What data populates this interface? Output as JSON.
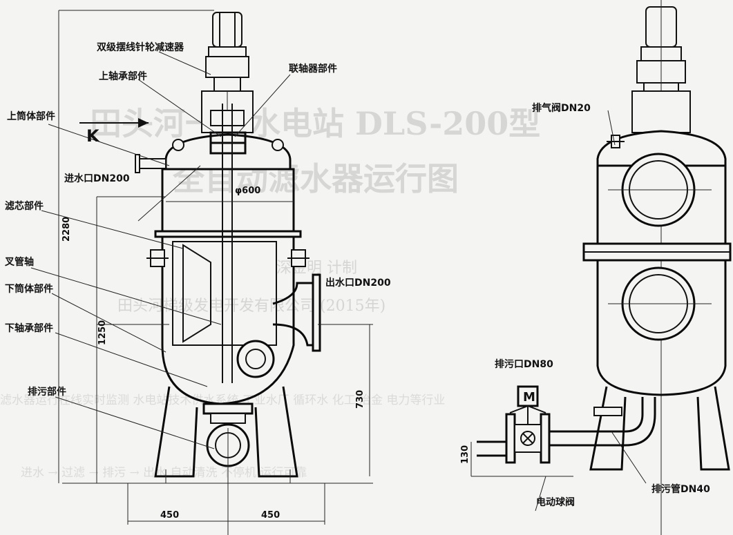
{
  "ghost_watermark": {
    "title_line1": "田头河一级水电站 DLS-200型",
    "title_line2": "全自动滤水器运行图",
    "line3": "深金明 计制",
    "line4": "田头河梯级发电开发有限公司 (2015年)",
    "line5": "滤水器运行在线实时监测 水电站技术供水系统 工业水厂 循环水 化工 冶金 电力等行业",
    "line6": "进水 → 过滤 → 排污 → 出水 自动清洗 不停机 运行可靠"
  },
  "labels": {
    "reducer": "双级摆线针轮减速器",
    "upper_bearing": "上轴承部件",
    "coupling": "联轴器部件",
    "upper_shell": "上筒体部件",
    "view_k": "K",
    "inlet": "进水口DN200",
    "filter_core": "滤芯部件",
    "fork_shaft": "叉管轴",
    "lower_shell": "下筒体部件",
    "lower_bearing": "下轴承部件",
    "drain_part": "排污部件",
    "outlet": "出水口DN200",
    "vent_valve": "排气阀DN20",
    "drain_port": "排污口DN80",
    "motor_valve": "电动球阀",
    "drain_pipe": "排污管DN40",
    "motor_symbol": "M"
  },
  "dimensions": {
    "height_total": "2280",
    "height_mid": "1250",
    "outlet_height": "730",
    "diameter": "φ600",
    "left_width": "450",
    "right_width": "450",
    "drain_height": "130"
  }
}
